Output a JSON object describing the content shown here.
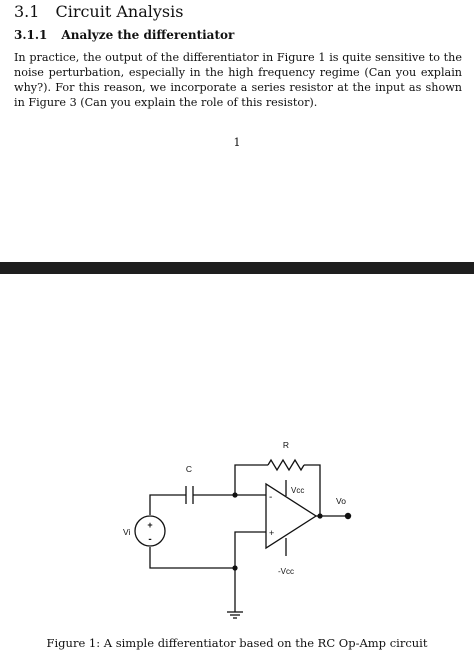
{
  "section": {
    "number": "3.1",
    "title": "Circuit Analysis"
  },
  "subsection": {
    "number": "3.1.1",
    "title": "Analyze the differentiator"
  },
  "paragraph": "In practice, the output of the differentiator in Figure 1 is quite sensitive to the noise perturbation, especially in the high frequency regime (Can you explain why?). For this reason, we incorporate a series resistor at the input as shown in Figure 3 (Can you explain the role of this resistor).",
  "page_number": "1",
  "figure": {
    "labels": {
      "resistor": "R",
      "capacitor": "C",
      "positive_supply": "Vcc",
      "negative_supply": "-Vcc",
      "output": "Vo",
      "input": "Vi",
      "inverting": "-",
      "noninverting": "+",
      "source_plus": "+",
      "source_minus": "-"
    },
    "caption": "Figure 1: A simple differentiator based on the RC Op-Amp circuit"
  }
}
